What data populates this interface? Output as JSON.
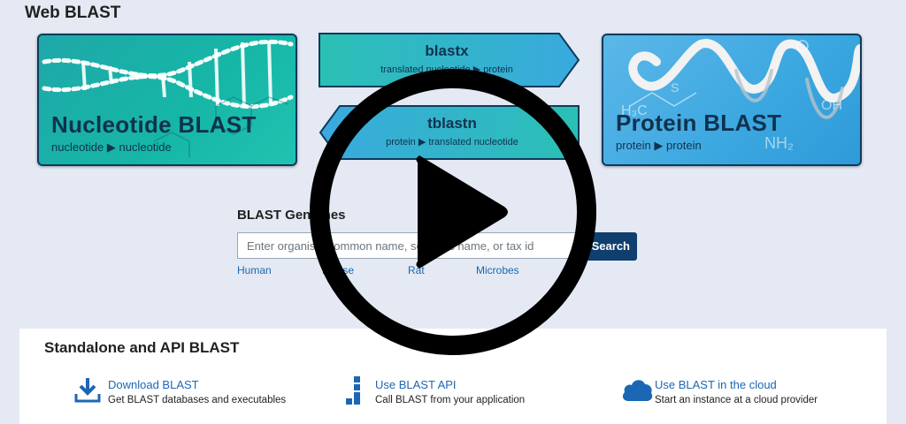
{
  "page": {
    "title": "Web BLAST"
  },
  "cards": {
    "nucleotide": {
      "title": "Nucleotide BLAST",
      "sub": "nucleotide ▶ nucleotide"
    },
    "protein": {
      "title": "Protein BLAST",
      "sub": "protein ▶ protein"
    },
    "blastx": {
      "title": "blastx",
      "sub": "translated nucleotide ▶ protein"
    },
    "tblastn": {
      "title": "tblastn",
      "sub": "protein ▶ translated nucleotide"
    }
  },
  "genomes": {
    "title": "BLAST Genomes",
    "placeholder": "Enter organism common name, scientific name, or tax id",
    "search_label": "Search",
    "links": [
      "Human",
      "Mouse",
      "Rat",
      "Microbes"
    ]
  },
  "standalone": {
    "title": "Standalone and API BLAST",
    "items": [
      {
        "link": "Download BLAST",
        "desc": "Get BLAST databases and executables",
        "icon": "download-icon"
      },
      {
        "link": "Use BLAST API",
        "desc": "Call BLAST from your application",
        "icon": "api-blocks-icon"
      },
      {
        "link": "Use BLAST in the cloud",
        "desc": "Start an instance at a cloud provider",
        "icon": "cloud-icon"
      }
    ]
  },
  "overlay": {
    "icon": "play-icon"
  },
  "colors": {
    "nucleotide_card": "#1fb1a8",
    "protein_card": "#3ba7e0",
    "arrow_card": "#2cbfb9",
    "search_button": "#0f3f6e",
    "link": "#1c67b3"
  }
}
